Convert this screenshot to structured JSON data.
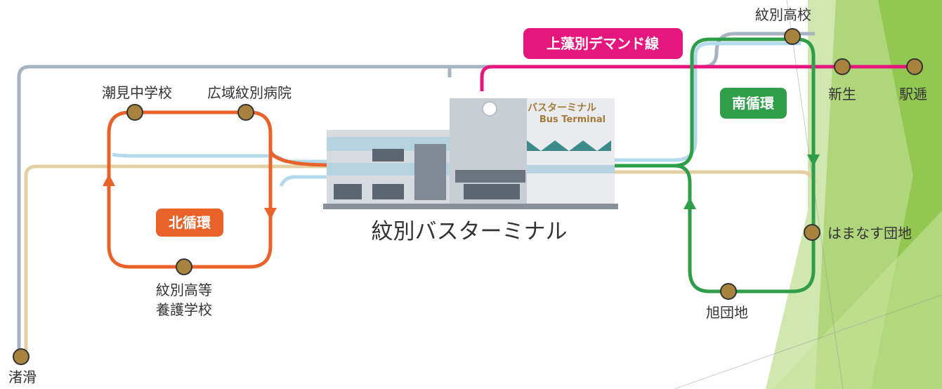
{
  "terminal": {
    "name": "紋別バスターミナル",
    "sign_jp": "バスターミナル",
    "sign_en": "Bus Terminal"
  },
  "routes": {
    "north_loop": {
      "label": "北循環",
      "color": "#e8622a"
    },
    "south_loop": {
      "label": "南循環",
      "color": "#2e9e48"
    },
    "kamioshibetsu": {
      "label": "上藻別デマンド線",
      "color": "#e5177e"
    },
    "gray_line_color": "#a6b4c1",
    "tan_line_color": "#e3cfa2",
    "light_blue_color": "#b4d9ea"
  },
  "stops": {
    "ushiomi": "潮見中学校",
    "kouiki_hospital": "広域紋別病院",
    "mombetsu_koutou_line1": "紋別高等",
    "mombetsu_koutou_line2": "養護学校",
    "nagisa": "渚滑",
    "mombetsu_high": "紋別高校",
    "shinsei": "新生",
    "ekidori": "駅逓",
    "hamanasu": "はまなす団地",
    "asahi": "旭団地"
  },
  "stop_marker_color": "#a8833e"
}
